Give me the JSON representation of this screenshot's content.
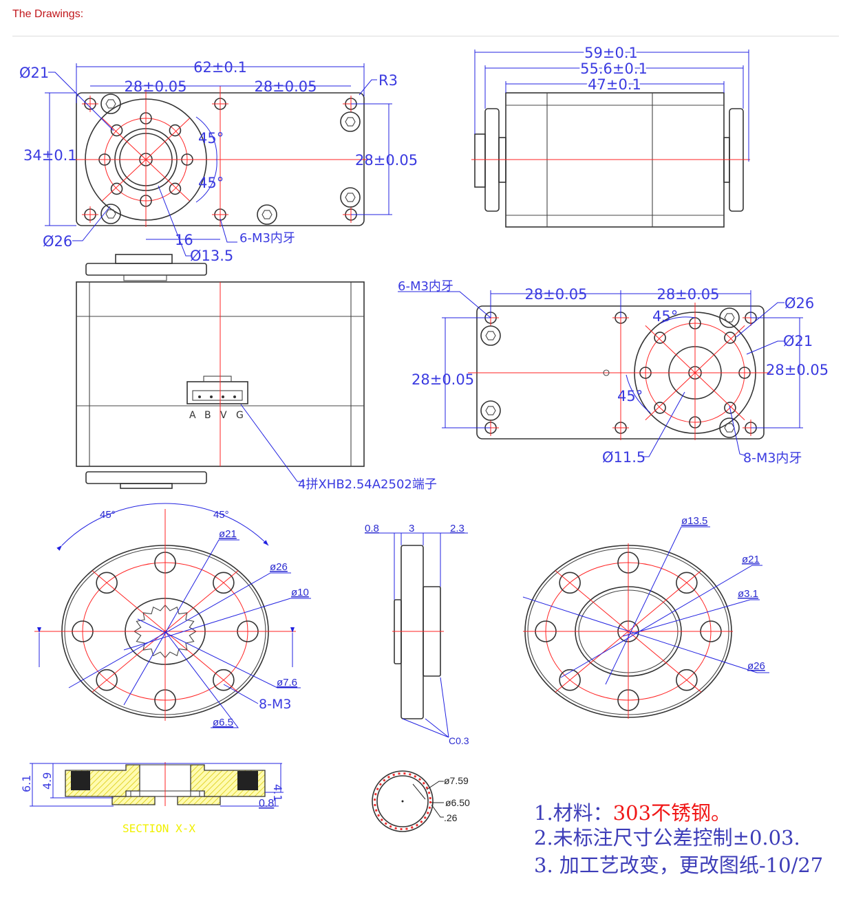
{
  "header": {
    "title": "The Drawings:"
  },
  "colors": {
    "dimension": "#2020e0",
    "centerline": "#ff2222",
    "outline": "#333333",
    "note_highlight": "#f01818",
    "section_label": "#f0f000"
  },
  "top_view": {
    "d_overall_length": "62±0.1",
    "d_hole_spacing_left": "28±0.05",
    "d_hole_spacing_right": "28±0.05",
    "d_height": "34±0.1",
    "d_vertical_spacing": "28±0.05",
    "radius": "R3",
    "dia_21": "Ø21",
    "dia_26": "Ø26",
    "angle_1": "45°",
    "angle_2": "45°",
    "d_16": "16",
    "dia_13_5": "Ø13.5",
    "thread": "6-M3内牙"
  },
  "side_view": {
    "d_59": "59±0.1",
    "d_55_6": "55.6±0.1",
    "d_47": "47±0.1"
  },
  "front_view": {
    "pins": [
      "A",
      "B",
      "V",
      "G"
    ],
    "connector": "4拼XHB2.54A2502端子"
  },
  "bottom_view": {
    "thread": "6-M3内牙",
    "d_spacing_left": "28±0.05",
    "d_spacing_right": "28±0.05",
    "d_vertical_left": "28±0.05",
    "d_vertical_right": "28±0.05",
    "dia_26": "Ø26",
    "dia_21": "Ø21",
    "angle_1": "45°",
    "angle_2": "45°",
    "dia_11_5": "Ø11.5",
    "thread_8": "8-M3内牙"
  },
  "flange_front": {
    "angle_1": "45°",
    "angle_2": "45°",
    "dia_21": "ø21",
    "dia_26": "ø26",
    "dia_10": "ø10",
    "dia_7_6": "ø7.6",
    "thread": "8-M3",
    "dia_6_5": "ø6.5"
  },
  "flange_side": {
    "d_0_8": "0.8",
    "d_3": "3",
    "d_2_3": "2.3",
    "chamfer": "C0.3"
  },
  "flange_back": {
    "dia_13_5": "ø13.5",
    "dia_21": "ø21",
    "dia_3_1": "ø3.1",
    "dia_26": "ø26"
  },
  "section": {
    "d_6_1": "6.1",
    "d_4_9": "4.9",
    "d_4_1": "4.1",
    "d_0_8": "0.8",
    "label": "SECTION  X-X"
  },
  "spline": {
    "dia_7_59": "ø7.59",
    "dia_6_50": "ø6.50",
    "d_26": ".26"
  },
  "notes": {
    "line1_prefix": "1.材料：",
    "line1_material": "303不锈钢。",
    "line2": "2.未标注尺寸公差控制±0.03.",
    "line3": "3. 加工艺改变，更改图纸-10/27"
  }
}
